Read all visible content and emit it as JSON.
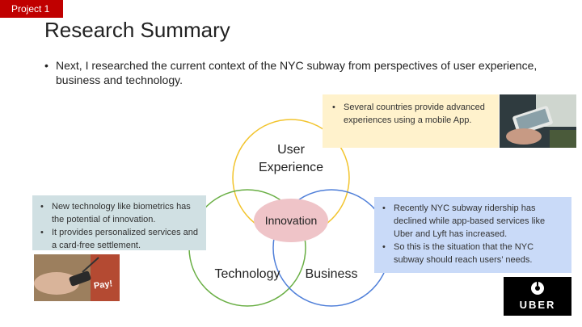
{
  "tag": "Project 1",
  "title": "Research Summary",
  "intro_bullet": "Next, I researched the current context of the NYC subway from perspectives of user experience, business and technology.",
  "venn": {
    "ux_line1": "User",
    "ux_line2": "Experience",
    "technology": "Technology",
    "business": "Business",
    "center": "Innovation"
  },
  "boxes": {
    "ux": [
      "Several countries provide advanced experiences using a mobile App."
    ],
    "tech": [
      "New technology like biometrics has the potential of innovation.",
      "It provides personalized services and a card-free settlement."
    ],
    "biz": [
      "Recently NYC subway ridership has declined while app-based services like Uber and Lyft has increased.",
      "So this is the situation that the NYC subway should reach users’ needs."
    ]
  },
  "images": {
    "pay_text": "Pay!",
    "uber_logo_text": "UBER"
  },
  "colors": {
    "tag": "#c00000",
    "ux_circle": "#f2c42d",
    "tech_circle": "#6aaf45",
    "biz_circle": "#4f7fd9",
    "innovation": "#efc4c8",
    "box_ux": "#fff2cc",
    "box_tech": "#d0e0e3",
    "box_biz": "#c9daf8"
  }
}
